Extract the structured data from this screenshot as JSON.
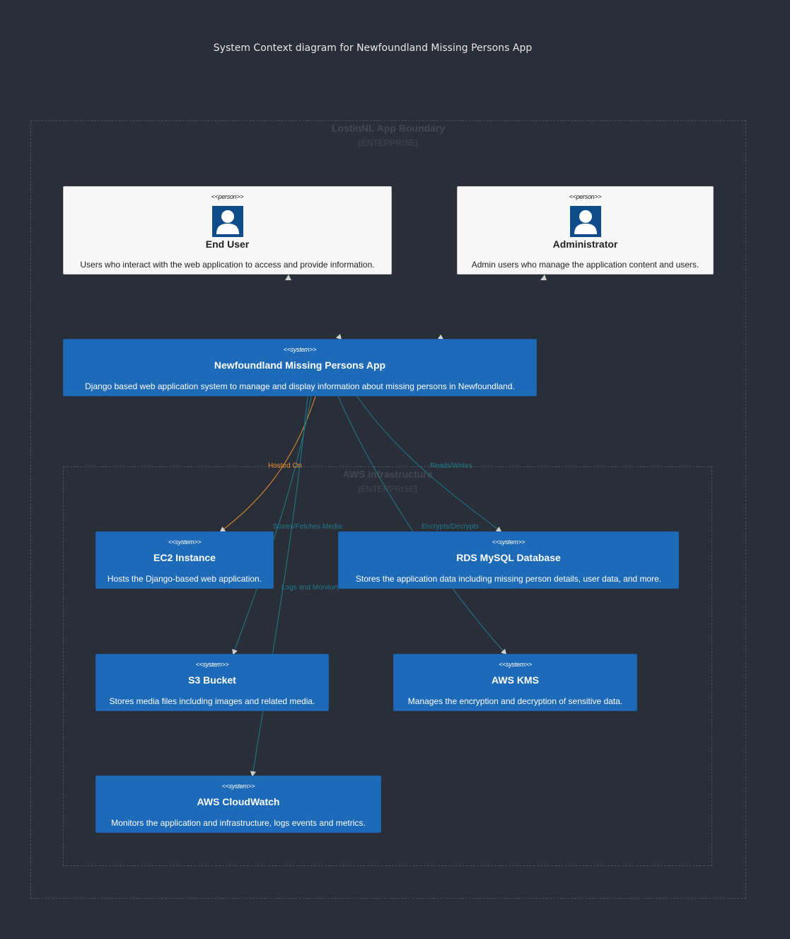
{
  "title": "System Context diagram for Newfoundland Missing Persons App",
  "boundaries": {
    "outer": {
      "title": "LostinNL App Boundary",
      "type": "[ENTERPRISE]"
    },
    "aws": {
      "title": "AWS Infrastructure",
      "type": "[ENTERPRISE]"
    }
  },
  "nodes": {
    "end_user": {
      "stereotype": "<<person>>",
      "name": "End User",
      "description": "Users who interact with the web application to access and provide information.",
      "icon": "person-icon"
    },
    "admin": {
      "stereotype": "<<person>>",
      "name": "Administrator",
      "description": "Admin users who manage the application content and users.",
      "icon": "person-icon"
    },
    "app": {
      "stereotype": "<<system>>",
      "name": "Newfoundland Missing Persons App",
      "description": "Django based web application system to manage and display information about missing persons in Newfoundland."
    },
    "ec2": {
      "stereotype": "<<system>>",
      "name": "EC2 Instance",
      "description": "Hosts the Django-based web application."
    },
    "rds": {
      "stereotype": "<<system>>",
      "name": "RDS MySQL Database",
      "description": "Stores the application data including missing person details, user data, and more."
    },
    "s3": {
      "stereotype": "<<system>>",
      "name": "S3 Bucket",
      "description": "Stores media files including images and related media."
    },
    "kms": {
      "stereotype": "<<system>>",
      "name": "AWS KMS",
      "description": "Manages the encryption and decryption of sensitive data."
    },
    "cloudwatch": {
      "stereotype": "<<system>>",
      "name": "AWS CloudWatch",
      "description": "Monitors the application and infrastructure, logs events and metrics."
    }
  },
  "edges": {
    "hosted_on": "Hosted On",
    "reads_writes": "Reads/Writes",
    "stores_fetches": "Stores/Fetches Media",
    "encrypts": "Encrypts/Decrypts",
    "logs": "Logs and Monitors"
  },
  "colors": {
    "background": "#2a2e38",
    "system": "#1d6ab8",
    "person": "#f7f7f7",
    "edge_default": "#1e7b8c",
    "edge_hosted": "#e8912d",
    "boundary_text": "#44484f"
  }
}
